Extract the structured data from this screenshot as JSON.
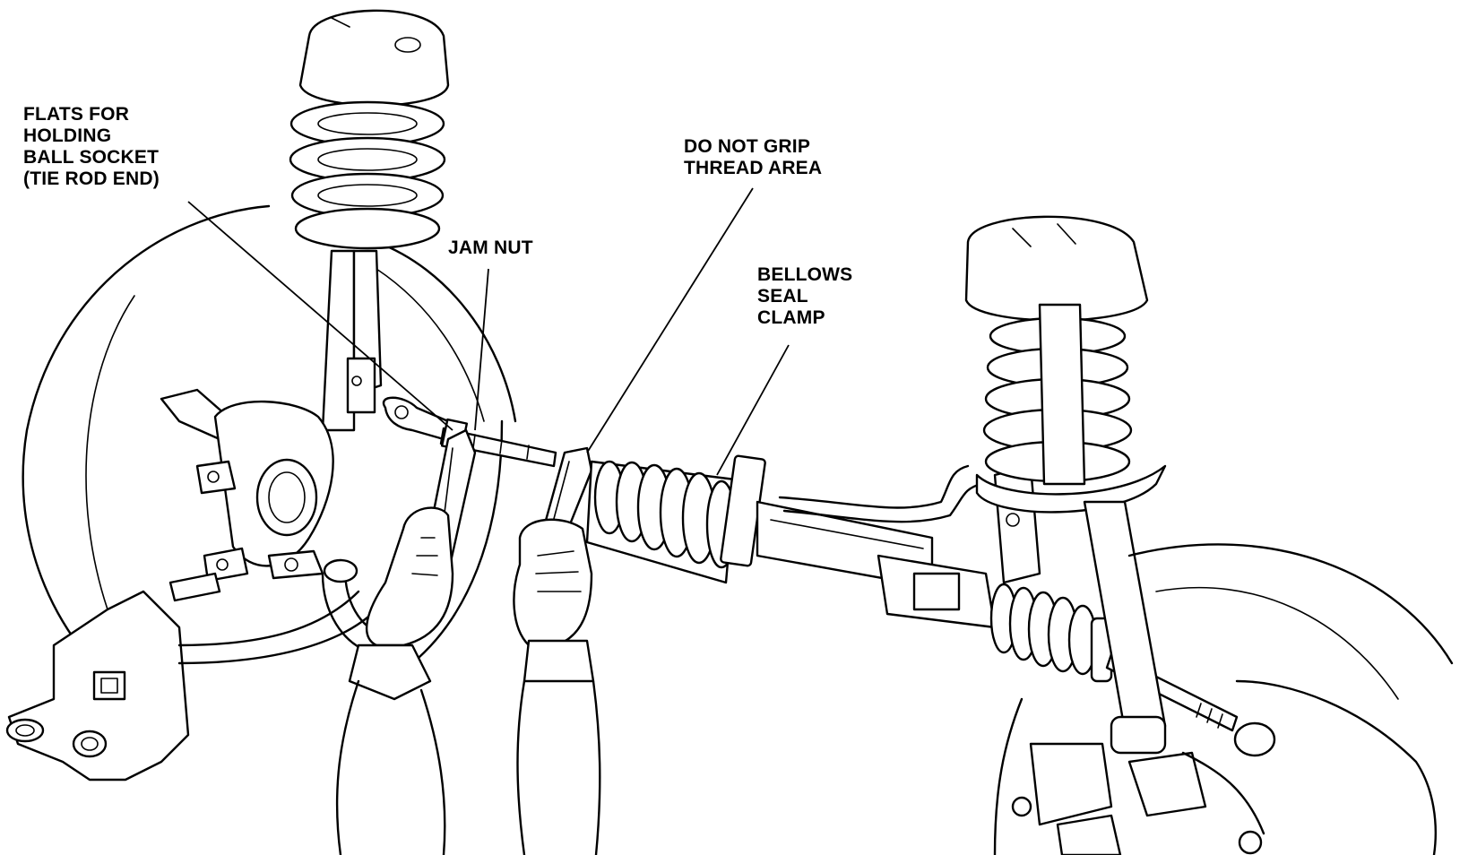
{
  "labels": {
    "flats": [
      "FLATS FOR",
      "HOLDING",
      "BALL SOCKET",
      "(TIE ROD END)"
    ],
    "jam_nut": [
      "JAM NUT"
    ],
    "do_not_grip": [
      "DO NOT GRIP",
      "THREAD AREA"
    ],
    "bellows": [
      "BELLOWS",
      "SEAL",
      "CLAMP"
    ]
  }
}
